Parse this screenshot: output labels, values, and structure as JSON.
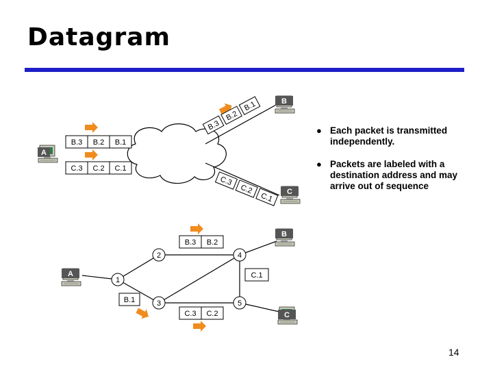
{
  "slide": {
    "title": "Datagram",
    "page_number": "14",
    "accent_color": "#1f1fc8",
    "bullet_icon": "filled-circle-bullet"
  },
  "bullets": [
    {
      "text": "Each packet is transmitted independently."
    },
    {
      "text": "Packets are labeled with a destination address and may arrive out of sequence"
    }
  ],
  "top_diagram": {
    "hosts": {
      "sender": "A",
      "dest_b": "B",
      "dest_c": "C"
    },
    "b_queue": [
      "B.3",
      "B.2",
      "B.1"
    ],
    "c_queue": [
      "C.3",
      "C.2",
      "C.1"
    ],
    "b_in_flight": [
      "B.3",
      "B.2",
      "B.1"
    ],
    "c_in_flight": [
      "C.3",
      "C.2",
      "C.1"
    ]
  },
  "bottom_diagram": {
    "hosts": {
      "sender": "A",
      "dest_b": "B",
      "dest_c": "C"
    },
    "nodes": [
      "1",
      "2",
      "3",
      "4",
      "5"
    ],
    "packets": {
      "at_node1": "B.1",
      "on_link_2_4": [
        "B.3",
        "B.2"
      ],
      "on_link_3_5": [
        "C.3",
        "C.2"
      ],
      "near_node4": "C.1"
    }
  }
}
